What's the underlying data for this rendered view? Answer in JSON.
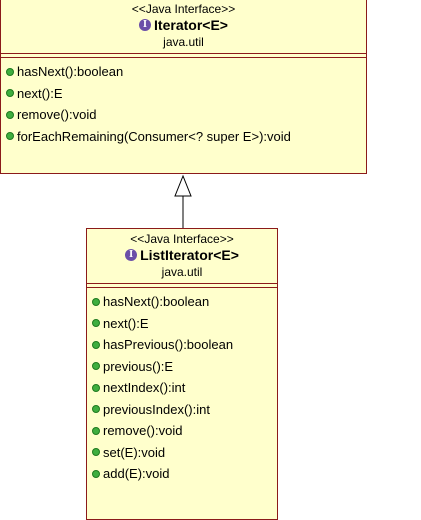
{
  "iterator": {
    "stereotype": "<<Java Interface>>",
    "name": "Iterator<E>",
    "package": "java.util",
    "operations": [
      "hasNext():boolean",
      "next():E",
      "remove():void",
      "forEachRemaining(Consumer<? super E>):void"
    ]
  },
  "list_iterator": {
    "stereotype": "<<Java Interface>>",
    "name": "ListIterator<E>",
    "package": "java.util",
    "operations": [
      "hasNext():boolean",
      "next():E",
      "hasPrevious():boolean",
      "previous():E",
      "nextIndex():int",
      "previousIndex():int",
      "remove():void",
      "set(E):void",
      "add(E):void"
    ]
  },
  "colors": {
    "class_fill": "#ffffcc",
    "class_border": "#8b1a1a",
    "interface_icon": "#6b4fa8",
    "operation_dot": "#3fae3f"
  },
  "icons": {
    "interface_icon_glyph": "I",
    "operation_icon": "public-operation-icon"
  }
}
